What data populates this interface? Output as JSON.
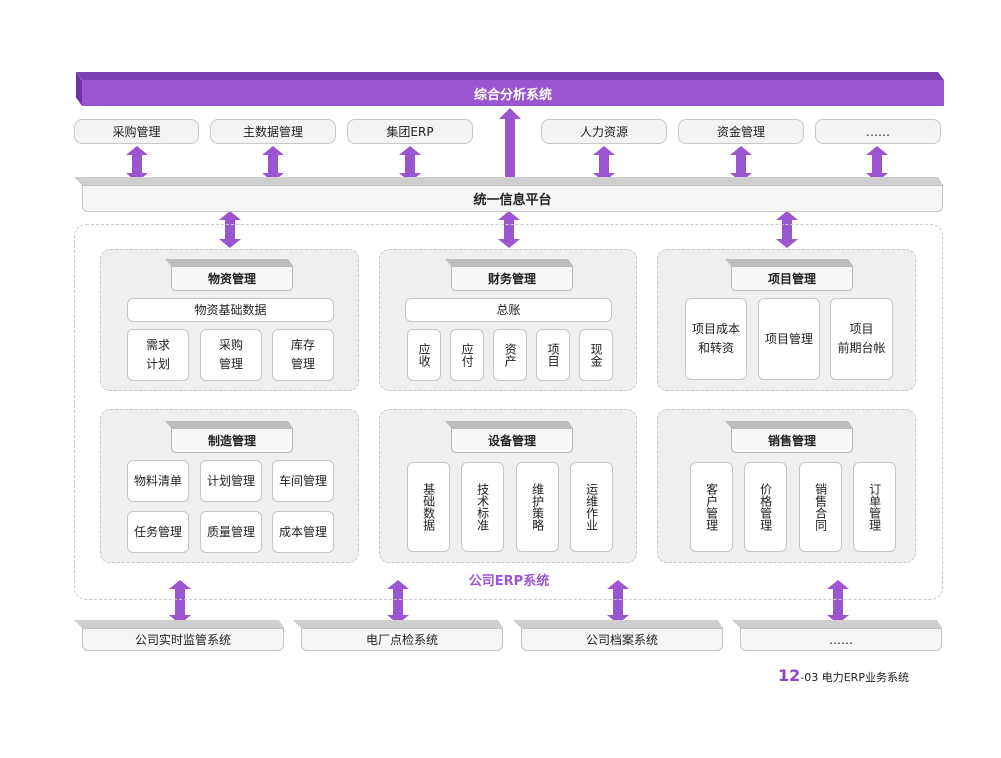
{
  "top_system": "综合分析系统",
  "platform": "统一信息平台",
  "peer_systems": [
    "采购管理",
    "主数据管理",
    "集团ERP",
    "人力资源",
    "资金管理",
    "……"
  ],
  "erp_label": "公司ERP系统",
  "groups": {
    "materials": {
      "title": "物资管理",
      "sub": "物资基础数据",
      "items": [
        "需求\n计划",
        "采购\n管理",
        "库存\n管理"
      ]
    },
    "finance": {
      "title": "财务管理",
      "sub": "总账",
      "items": [
        "应收",
        "应付",
        "资产",
        "项目",
        "现金"
      ]
    },
    "project": {
      "title": "项目管理",
      "items": [
        "项目成本\n和转资",
        "项目管理",
        "项目\n前期台帐"
      ]
    },
    "manufacturing": {
      "title": "制造管理",
      "items": [
        "物料清单",
        "计划管理",
        "车间管理",
        "任务管理",
        "质量管理",
        "成本管理"
      ]
    },
    "equipment": {
      "title": "设备管理",
      "items": [
        "基础数据",
        "技术标准",
        "维护策略",
        "运维作业"
      ]
    },
    "sales": {
      "title": "销售管理",
      "items": [
        "客户管理",
        "价格管理",
        "销售合同",
        "订单管理"
      ]
    }
  },
  "external_systems": [
    "公司实时监管系统",
    "电厂点检系统",
    "公司档案系统",
    "……"
  ],
  "caption": {
    "number": "12",
    "text": "-03 电力ERP业务系统"
  },
  "colors": {
    "accent": "#9b55d0",
    "arrow": "#9b55d0"
  }
}
